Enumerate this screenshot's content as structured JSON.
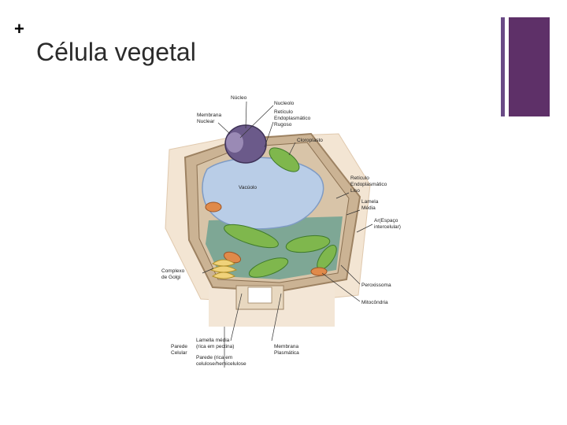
{
  "slide": {
    "plus_symbol": "+",
    "title": "Célula vegetal",
    "accent_color": "#5e3068",
    "accent_thin_color": "#6a4a86"
  },
  "diagram": {
    "labels": {
      "nucleo": "Núcleo",
      "nucleolo": "Nucleolo",
      "membrana_nuclear_1": "Membrana",
      "membrana_nuclear_2": "Nuclear",
      "rer_1": "Retículo",
      "rer_2": "Endoplasmático",
      "rer_3": "Rugoso",
      "cloroplasto": "Cloroplasto",
      "vacuolo": "Vacúolo",
      "rel_1": "Retículo",
      "rel_2": "Endoplasmático",
      "rel_3": "Liso",
      "lamela_media_1": "Lamela",
      "lamela_media_2": "Média",
      "ar_1": "Ar(Espaço",
      "ar_2": "intercelular)",
      "golgi_1": "Complexo",
      "golgi_2": "de Golgi",
      "peroxissoma": "Peroxissoma",
      "mitocondria": "Mitocôndria",
      "lamela_media_pectina_1": "Lamella média",
      "lamela_media_pectina_2": "(rica em pectina)",
      "parede_celular_1": "Parede",
      "parede_celular_2": "Celular",
      "parede_celulose_1": "Parede (rica em",
      "parede_celulose_2": "celulose/hemicelulose",
      "membrana_plasmatica_1": "Membrana",
      "membrana_plasmatica_2": "Plasmática"
    }
  }
}
